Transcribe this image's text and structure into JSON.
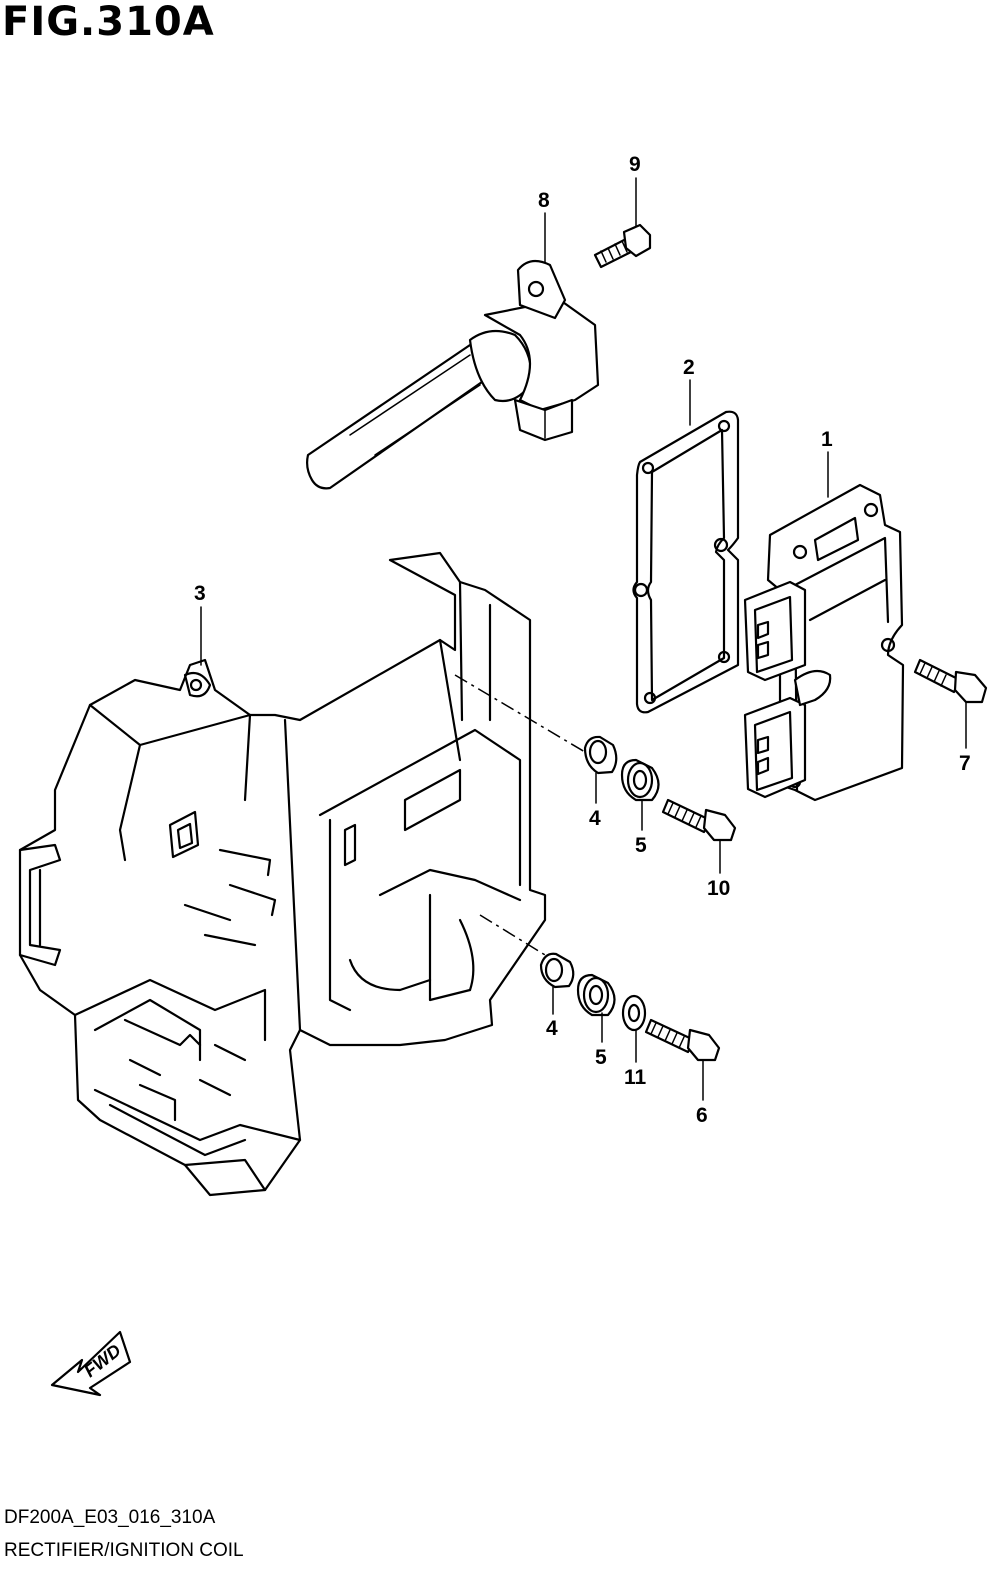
{
  "figure": {
    "title": "FIG.310A",
    "code": "DF200A_E03_016_310A",
    "caption": "RECTIFIER/IGNITION COIL"
  },
  "callouts": [
    "1",
    "2",
    "3",
    "4",
    "4",
    "5",
    "5",
    "6",
    "7",
    "8",
    "9",
    "10",
    "11"
  ],
  "fwd_label": "FWD"
}
